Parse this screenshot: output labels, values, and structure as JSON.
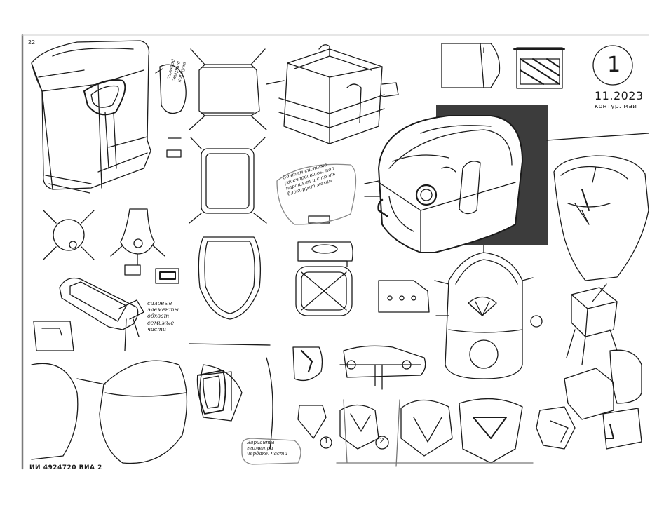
{
  "page": {
    "number": "1",
    "date": "11.2023",
    "course": "контур. маи",
    "corner_mark": "22",
    "footer_code": "ИИ 4924720 ВИА 2"
  },
  "notes": {
    "silovoy_karkas": "силовой жаркас корпуча",
    "silovye_elementy": "силовые элементы обхват семьмые части",
    "sistema_raskrytiya": "Сочтем система рассчорвавшоь, пор парашют и стропь блокирует механ",
    "varianty_geometrii": "Варианты геометри чердаке. части"
  },
  "circled_numbers": [
    "1",
    "2"
  ],
  "colors": {
    "ink": "#1a1a1a",
    "paper": "#ffffff",
    "page_border": "#7a7a7a"
  }
}
